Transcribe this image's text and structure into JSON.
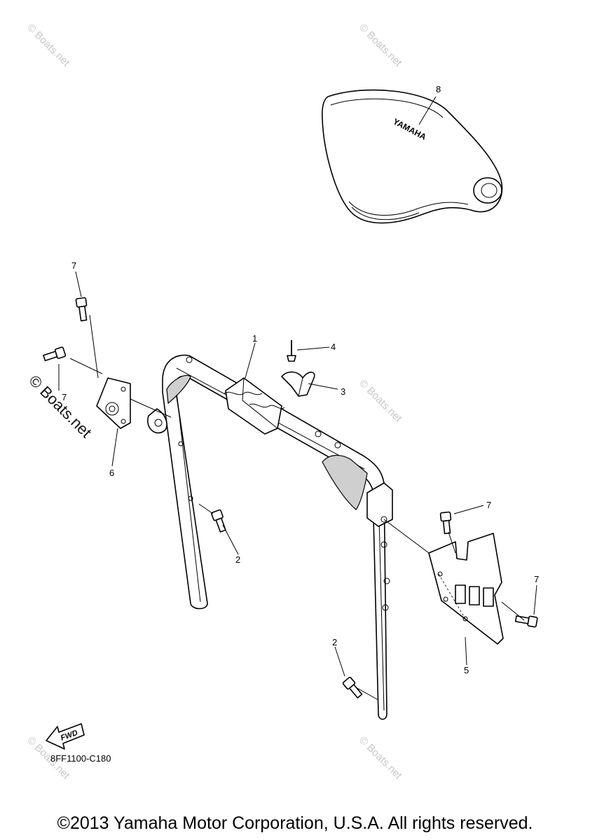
{
  "watermark": {
    "text": "© Boats.net"
  },
  "diagram": {
    "callouts": [
      "1",
      "2",
      "2",
      "3",
      "4",
      "5",
      "6",
      "7",
      "7",
      "7",
      "7",
      "8"
    ],
    "seat_brand": "YAMAHA",
    "fwd_label": "FWD",
    "ref_code": "8FF1100-C180"
  },
  "footer": {
    "copyright": "©2013 Yamaha Motor Corporation, U.S.A. All rights reserved."
  }
}
